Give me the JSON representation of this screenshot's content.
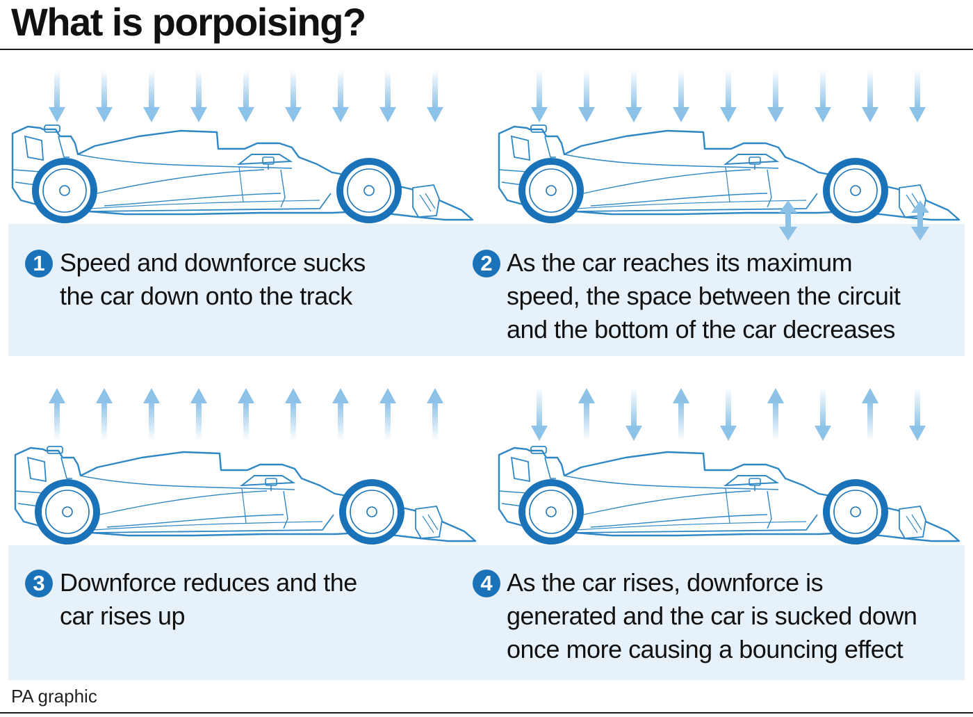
{
  "title": "What is porpoising?",
  "credit": "PA graphic",
  "colors": {
    "accent": "#1a73b8",
    "panel": "#e7f1f9",
    "arrow": "#8cc2e8",
    "car_line": "#2f87c4",
    "text": "#111111"
  },
  "panels": [
    {
      "number": "1",
      "lines": [
        "Speed and downforce sucks",
        "the car down onto the track"
      ],
      "arrows": [
        "down",
        "down",
        "down",
        "down",
        "down",
        "down",
        "down",
        "down",
        "down"
      ],
      "gap_arrows": false
    },
    {
      "number": "2",
      "lines": [
        "As the car reaches its maximum",
        "speed, the space between the circuit",
        "and the bottom of the car decreases"
      ],
      "arrows": [
        "down",
        "down",
        "down",
        "down",
        "down",
        "down",
        "down",
        "down",
        "down"
      ],
      "gap_arrows": true
    },
    {
      "number": "3",
      "lines": [
        "Downforce reduces and the",
        "car rises up"
      ],
      "arrows": [
        "up",
        "up",
        "up",
        "up",
        "up",
        "up",
        "up",
        "up",
        "up"
      ],
      "gap_arrows": false
    },
    {
      "number": "4",
      "lines": [
        "As the car rises, downforce is",
        "generated and the car is sucked down",
        "once more causing a bouncing effect"
      ],
      "arrows": [
        "down",
        "up",
        "down",
        "up",
        "down",
        "up",
        "down",
        "up",
        "down"
      ],
      "gap_arrows": false
    }
  ]
}
